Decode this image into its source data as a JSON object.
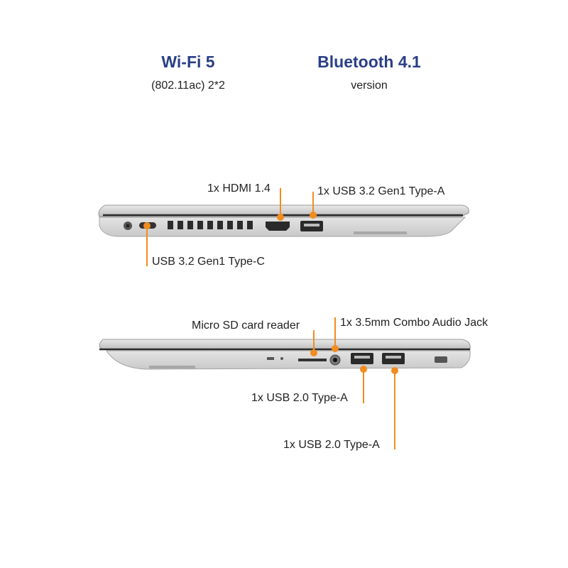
{
  "specs": {
    "wifi": {
      "title": "Wi-Fi 5",
      "subtitle": "(802.11ac) 2*2"
    },
    "bluetooth": {
      "title": "Bluetooth 4.1",
      "subtitle": "version"
    }
  },
  "left_side": {
    "hdmi_label": "1x HDMI 1.4",
    "usb_a_label": "1x USB 3.2 Gen1 Type-A",
    "usb_c_label": "USB 3.2 Gen1 Type-C"
  },
  "right_side": {
    "microsd_label": "Micro SD card reader",
    "audio_label": "1x 3.5mm Combo Audio Jack",
    "usb2_a_label": "1x USB 2.0 Type-A",
    "usb2_b_label": "1x USB 2.0 Type-A"
  },
  "colors": {
    "accent": "#f28c1e",
    "title": "#2b3f86",
    "chassis": "#dcdcdc"
  }
}
